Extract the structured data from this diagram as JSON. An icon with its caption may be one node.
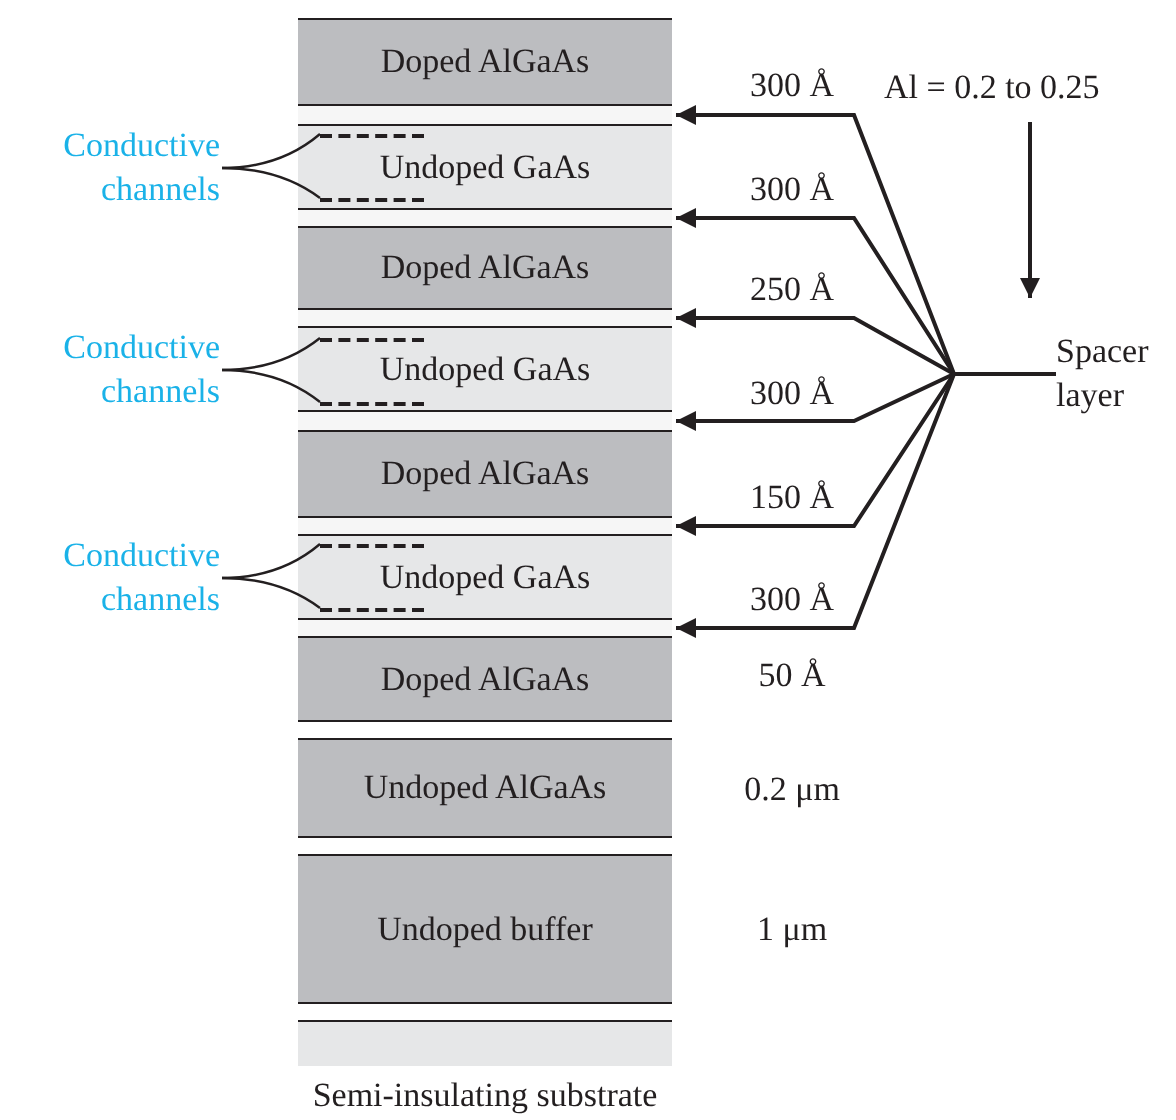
{
  "diagram": {
    "nodes": [
      {
        "text": [
          "Doped AlGaAs"
        ],
        "beside": [
          "300 Å"
        ]
      },
      {
        "text": [],
        "shape": "bar"
      },
      {
        "text": [
          "Undoped GaAs"
        ],
        "beside": [
          "300 Å"
        ]
      },
      {
        "text": [],
        "shape": "line",
        "in": 2
      },
      {
        "text": [],
        "shape": "line",
        "in": 2
      },
      {
        "text": [],
        "shape": "bar"
      },
      {
        "text": [
          "Doped AlGaAs"
        ],
        "beside": [
          "250 Å"
        ]
      },
      {
        "text": [],
        "shape": "bar"
      },
      {
        "text": [
          "Undoped GaAs"
        ],
        "beside": [
          "300 Å"
        ]
      },
      {
        "text": [],
        "shape": "line",
        "in": 8
      },
      {
        "text": [],
        "shape": "line",
        "in": 8
      },
      {
        "text": [],
        "shape": "bar"
      },
      {
        "text": [
          "Doped AlGaAs"
        ],
        "beside": [
          "150 Å"
        ]
      },
      {
        "text": [],
        "shape": "bar"
      },
      {
        "text": [
          "Undoped GaAs"
        ],
        "beside": [
          "300 Å"
        ]
      },
      {
        "text": [],
        "shape": "line",
        "in": 14
      },
      {
        "text": [],
        "shape": "line",
        "in": 14
      },
      {
        "text": [],
        "shape": "bar"
      },
      {
        "text": [
          "Doped AlGaAs"
        ],
        "beside": [
          "50 Å"
        ]
      },
      {
        "text": [
          "Undoped AlGaAs"
        ],
        "beside": [
          "0.2 μm"
        ]
      },
      {
        "text": [
          "Undoped buffer"
        ],
        "beside": [
          "1 μm"
        ]
      },
      {
        "text": [
          "Semi-insulating substrate"
        ]
      },
      {
        "text": [
          "Conductive channels"
        ]
      },
      {
        "text": [
          "Conductive channels"
        ]
      },
      {
        "text": [
          "Conductive channels"
        ]
      },
      {
        "text": [
          "Al = 0.2 to 0.25"
        ]
      },
      {
        "text": [
          "Spacer layer"
        ]
      }
    ],
    "edges": [
      {
        "from": 26,
        "to": 1,
        "arrow": "to"
      },
      {
        "from": 26,
        "to": 5,
        "arrow": "to"
      },
      {
        "from": 26,
        "to": 7,
        "arrow": "to"
      },
      {
        "from": 26,
        "to": 11,
        "arrow": "to"
      },
      {
        "from": 26,
        "to": 13,
        "arrow": "to"
      },
      {
        "from": 26,
        "to": 17,
        "arrow": "to"
      },
      {
        "from": 22,
        "to": 3,
        "arrow": "none"
      },
      {
        "from": 22,
        "to": 4,
        "arrow": "none"
      },
      {
        "from": 23,
        "to": 9,
        "arrow": "none"
      },
      {
        "from": 23,
        "to": 10,
        "arrow": "none"
      },
      {
        "from": 24,
        "to": 15,
        "arrow": "none"
      },
      {
        "from": 24,
        "to": 16,
        "arrow": "none"
      },
      {
        "from": 25,
        "to": 26,
        "arrow": "to"
      }
    ]
  }
}
